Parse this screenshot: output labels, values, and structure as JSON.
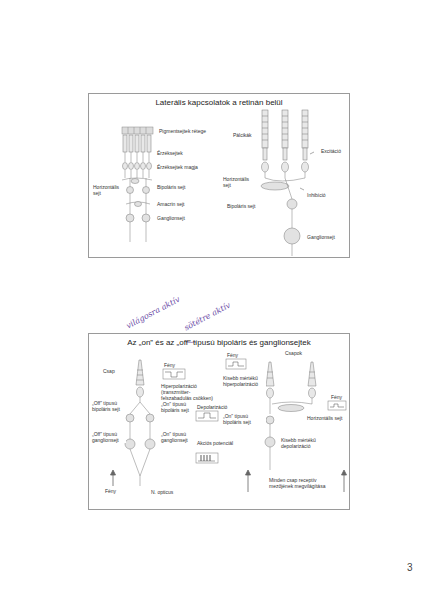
{
  "diagram": {
    "nodes": [
      {
        "text": [
          "Laterális kapcsolatok a retinán belül"
        ]
      },
      {
        "text": [
          "Az „on” és az „off” típusú bipoláris és ganglionsejtek"
        ]
      }
    ],
    "labels": [
      "Pigmentsejtek rétege",
      "Érzéksejtek",
      "Érzéksejtek magja",
      "Bipoláris sejt",
      "Horizontális sejt",
      "Amacrin sejt",
      "Ganglionsejt",
      "Pálcikák",
      "Excitáció",
      "Horizontális sejt",
      "Inhibíció",
      "Bipoláris sejt",
      "Ganglionsejt",
      "világosra aktív",
      "sötétre aktív",
      "Csap",
      "Fény",
      "Hiperpolarizáció (transzmitter-felszabadulás csökken)",
      "„Off” típusú bipoláris sejt",
      "„On” típusú bipoláris sejt",
      "Depolarizáció",
      "„Off” típusú ganglionsejt",
      "„On” típusú ganglionsejt",
      "Akciós potenciál",
      "Fény",
      "N. opticus",
      "Fény",
      "Csapok",
      "Kisebb mértékű hiperpolarizáció",
      "Fény",
      "„On” típusú bipoláris sejt",
      "Horizontális sejt",
      "Kisebb mértékű depolarizáció",
      "Minden csap receptív mezőjének megvilágítása",
      "3"
    ]
  }
}
